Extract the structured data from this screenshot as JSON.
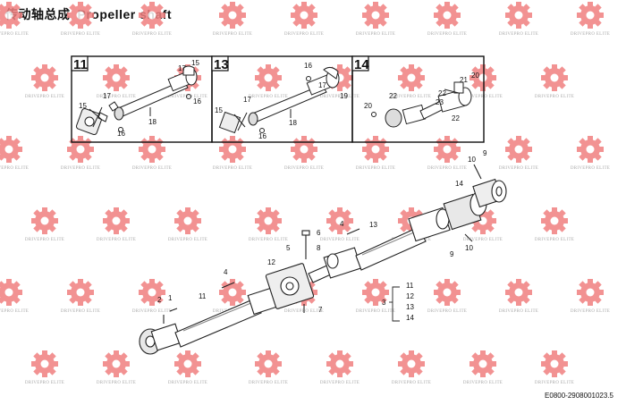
{
  "title": {
    "zh": "传动轴总成",
    "en": "Propeller shaft"
  },
  "watermark": {
    "text": "DRIVEPRO ELITE",
    "gear_color": "#f08080",
    "text_color": "#9a9a9a"
  },
  "insets": [
    {
      "id": "11",
      "labels": [
        "17",
        "15",
        "17",
        "16",
        "15",
        "16",
        "18"
      ]
    },
    {
      "id": "13",
      "labels": [
        "16",
        "17",
        "17",
        "19",
        "15",
        "16",
        "18"
      ]
    },
    {
      "id": "14",
      "labels": [
        "20",
        "21",
        "22",
        "20",
        "22",
        "23",
        "22"
      ]
    }
  ],
  "callouts": [
    "1",
    "2",
    "11",
    "4",
    "12",
    "5",
    "8",
    "6",
    "7",
    "4",
    "13",
    "14",
    "10",
    "9",
    "9",
    "10"
  ],
  "legend": {
    "lead": "3",
    "items": [
      "11",
      "12",
      "13",
      "14"
    ]
  },
  "drawing_code": "E0800-2908001023.5"
}
